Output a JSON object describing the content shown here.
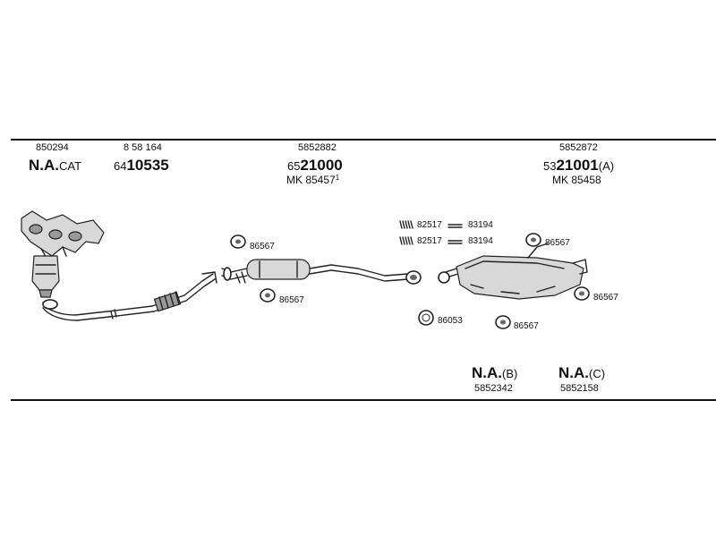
{
  "header": {
    "col1": {
      "top": "850294",
      "prefix": "N.A.",
      "suffix": "CAT"
    },
    "col2": {
      "top": "8 58 164",
      "prefix": "64",
      "bold": "10535"
    },
    "col3": {
      "top": "5852882",
      "prefix": "65",
      "bold": "21000",
      "mk": "MK 85457",
      "mk_sup": "1"
    },
    "col4": {
      "top": "5852872",
      "prefix": "53",
      "bold": "21001",
      "suffix": "(A)",
      "mk": "MK 85458"
    }
  },
  "callouts": {
    "gasket_left_top": "86567",
    "gasket_mid": "86567",
    "clamp_row1_a": "82517",
    "clamp_row1_b": "83194",
    "clamp_row2_a": "82517",
    "clamp_row2_b": "83194",
    "ring": "86053",
    "gasket_right_top": "86567",
    "gasket_right_mid": "86567",
    "gasket_bottom": "86567"
  },
  "footer": {
    "b": {
      "prefix": "N.A.",
      "suffix": "(B)",
      "number": "5852342"
    },
    "c": {
      "prefix": "N.A.",
      "suffix": "(C)",
      "number": "5852158"
    }
  }
}
